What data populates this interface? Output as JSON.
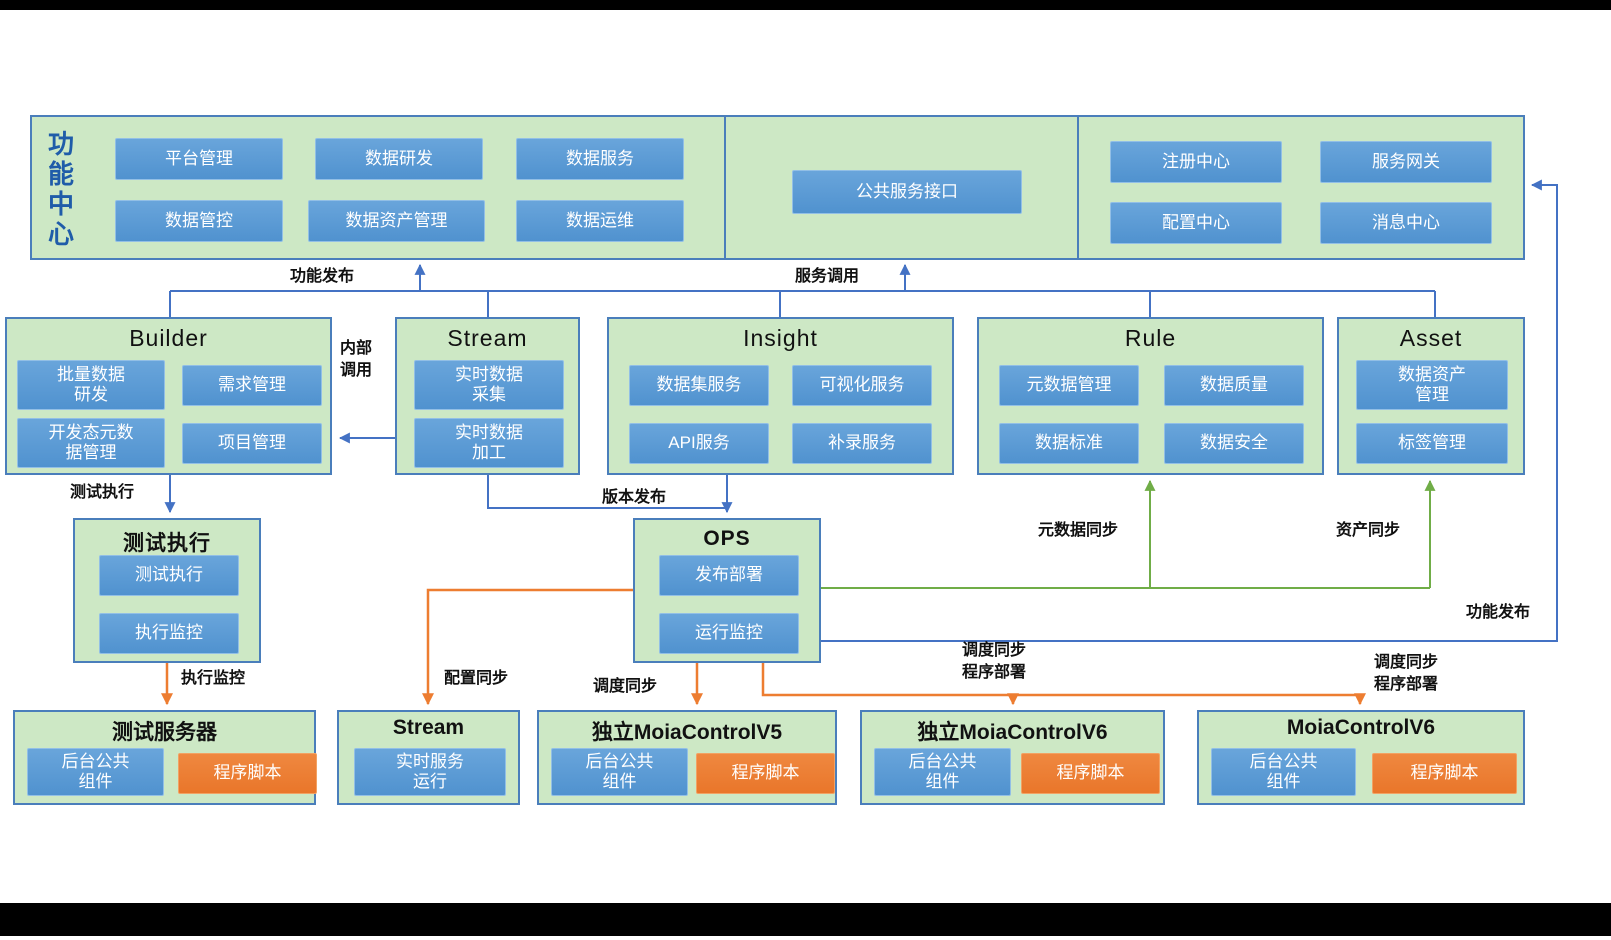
{
  "colors": {
    "blue_button": "#5b9bd5",
    "orange_button": "#ed7d31",
    "green_box_fill": "#cde8c5",
    "box_border_blue": "#4a7ebb",
    "arrow_blue": "#4472c4",
    "arrow_green": "#70ad47",
    "arrow_orange": "#ed7d31",
    "vertical_title_blue": "#1f5ca9"
  },
  "function_center": {
    "vertical_title": "功\n能\n中\n心",
    "left_buttons": [
      "平台管理",
      "数据研发",
      "数据服务",
      "数据管控",
      "数据资产管理",
      "数据运维"
    ],
    "center_button": "公共服务接口",
    "right_buttons": [
      "注册中心",
      "服务网关",
      "配置中心",
      "消息中心"
    ]
  },
  "modules": {
    "builder": {
      "title": "Builder",
      "buttons": [
        "批量数据\n研发",
        "需求管理",
        "开发态元数\n据管理",
        "项目管理"
      ]
    },
    "stream": {
      "title": "Stream",
      "buttons": [
        "实时数据\n采集",
        "实时数据\n加工"
      ]
    },
    "insight": {
      "title": "Insight",
      "buttons": [
        "数据集服务",
        "可视化服务",
        "API服务",
        "补录服务"
      ]
    },
    "rule": {
      "title": "Rule",
      "buttons": [
        "元数据管理",
        "数据质量",
        "数据标准",
        "数据安全"
      ]
    },
    "asset": {
      "title": "Asset",
      "buttons": [
        "数据资产\n管理",
        "标签管理"
      ]
    }
  },
  "mid_row": {
    "test_exec_box": {
      "title": "测试执行",
      "buttons": [
        "测试执行",
        "执行监控"
      ]
    },
    "ops_box": {
      "title": "OPS",
      "buttons": [
        "发布部署",
        "运行监控"
      ]
    }
  },
  "bottom_row": {
    "test_server": {
      "title": "测试服务器",
      "component": "后台公共\n组件",
      "script": "程序脚本"
    },
    "stream_runtime": {
      "title": "Stream",
      "component": "实时服务\n运行"
    },
    "moia_v5_standalone": {
      "title": "独立MoiaControlV5",
      "component": "后台公共\n组件",
      "script": "程序脚本"
    },
    "moia_v6_standalone": {
      "title": "独立MoiaControlV6",
      "component": "后台公共\n组件",
      "script": "程序脚本"
    },
    "moia_v6": {
      "title": "MoiaControlV6",
      "component": "后台公共\n组件",
      "script": "程序脚本"
    }
  },
  "edge_labels": {
    "function_publish": "功能发布",
    "service_call": "服务调用",
    "internal_call": "内部\n调用",
    "test_execution": "测试执行",
    "version_release": "版本发布",
    "metadata_sync": "元数据同步",
    "asset_sync": "资产同步",
    "function_publish_right": "功能发布",
    "execution_monitor": "执行监控",
    "config_sync": "配置同步",
    "schedule_sync": "调度同步",
    "schedule_sync_deploy_a": "调度同步\n程序部署",
    "schedule_sync_deploy_b": "调度同步\n程序部署"
  }
}
